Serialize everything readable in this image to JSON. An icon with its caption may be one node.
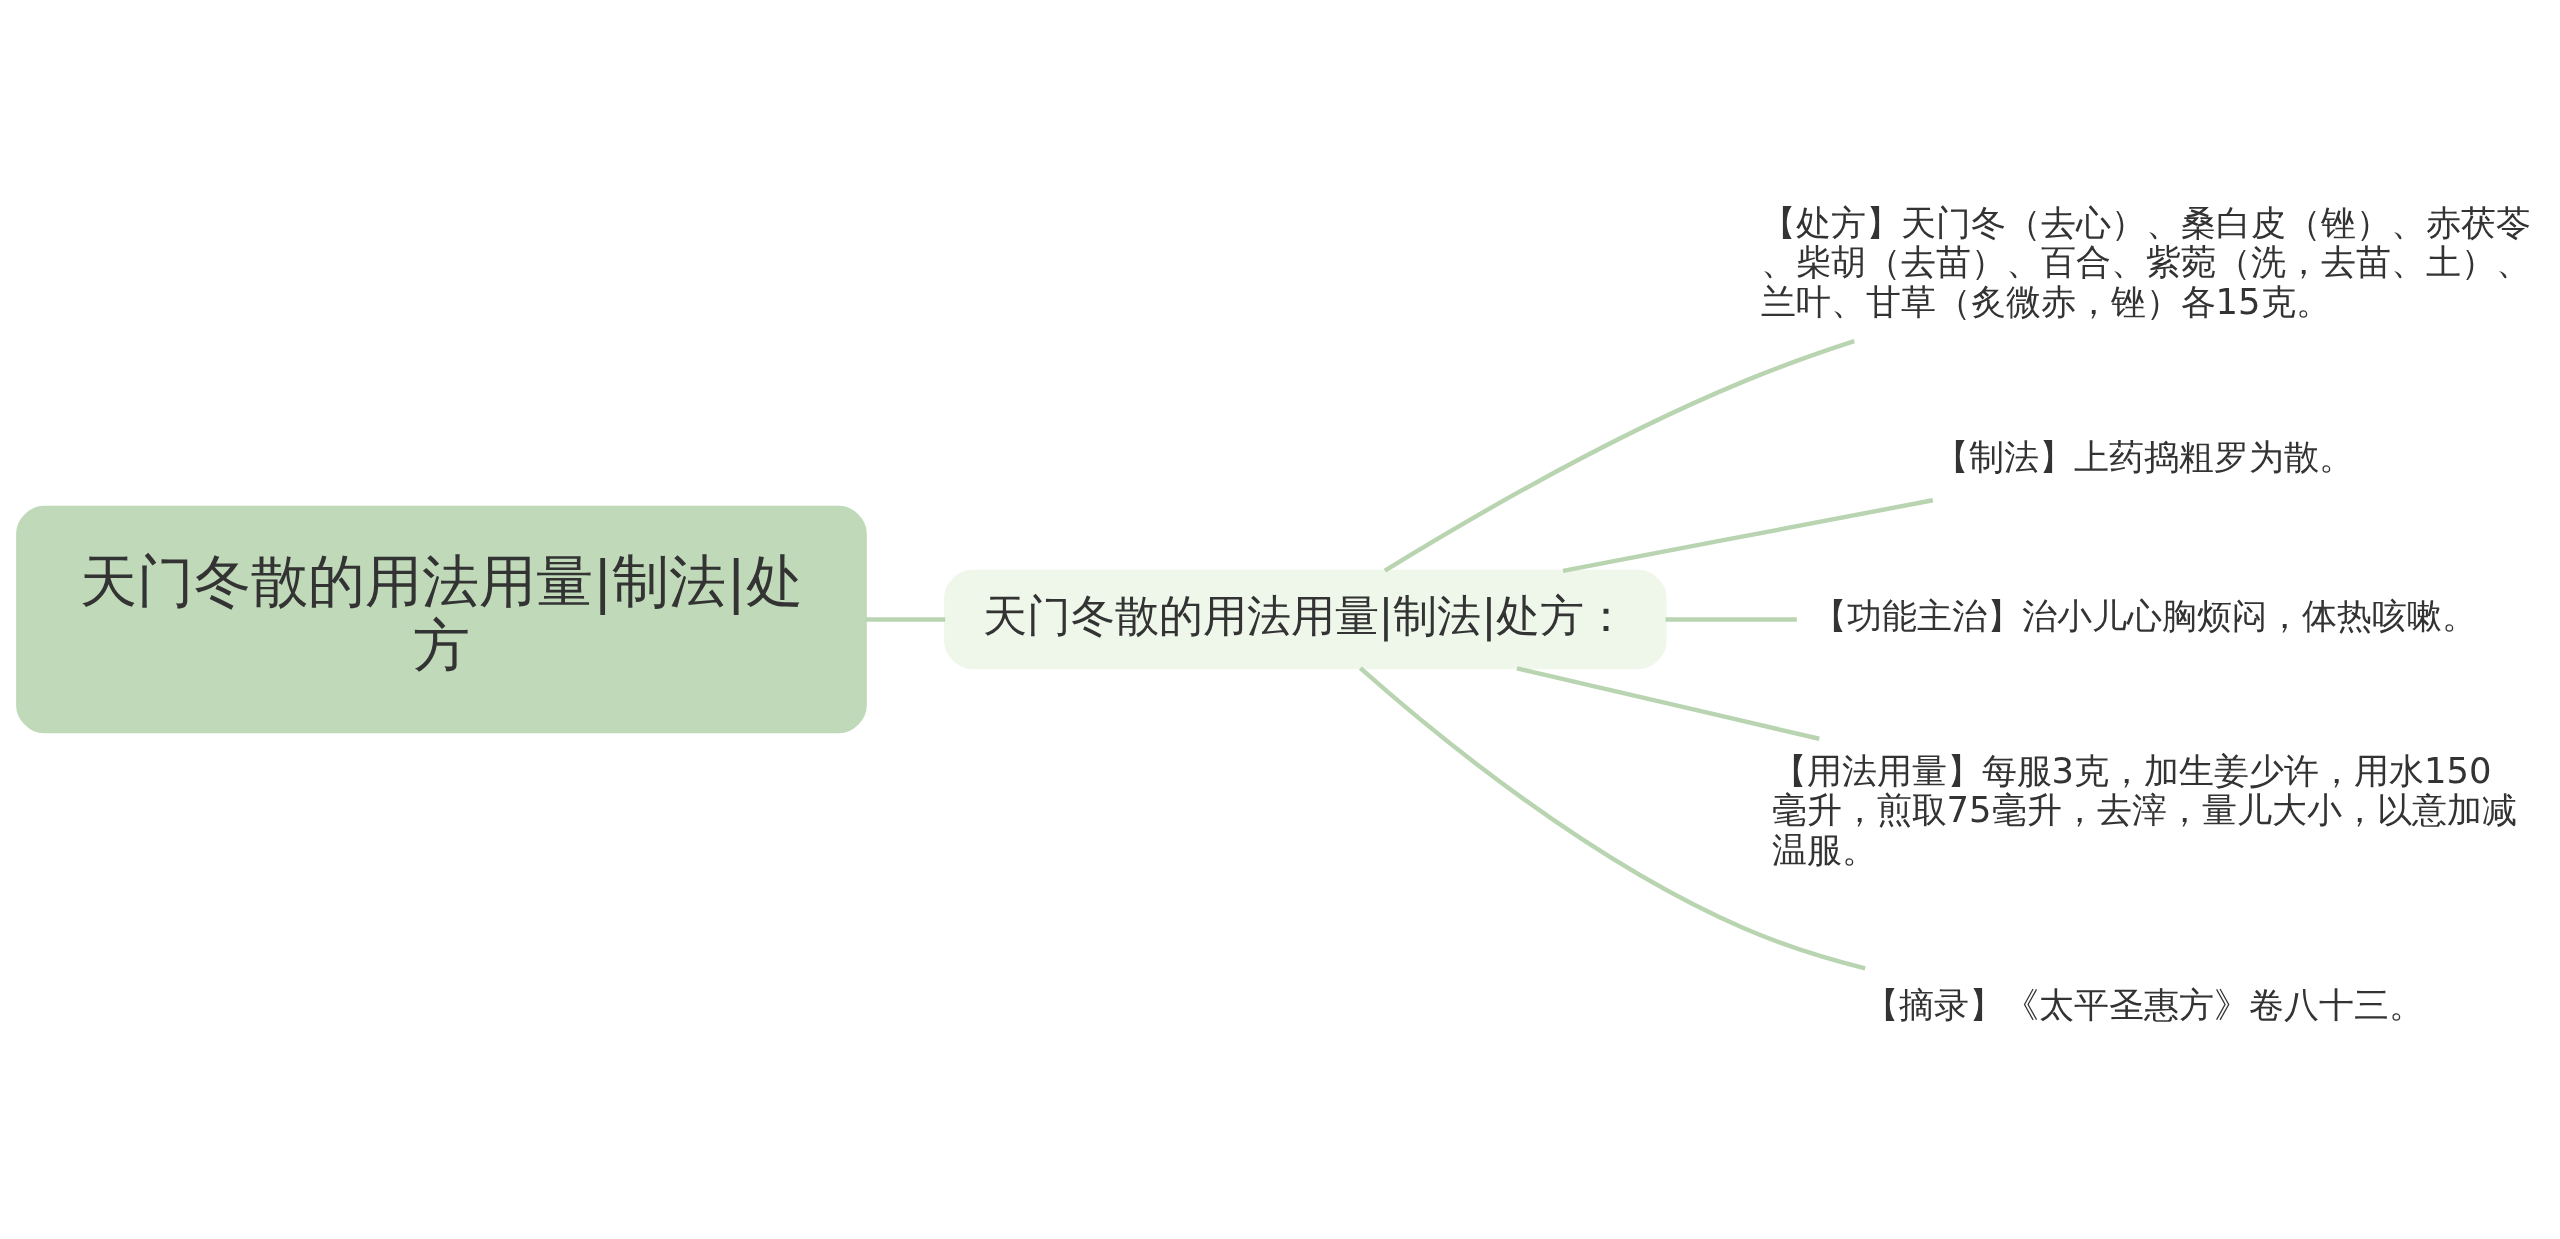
{
  "diagram": {
    "nodes": [
      {
        "text": [
          "天门冬散的用法用量|制法|处方"
        ]
      },
      {
        "text": [
          "天门冬散的用法用量|制法|处方："
        ]
      },
      {
        "text": [
          "【处方】天门冬（去心）、桑白皮（锉）、赤茯苓、柴胡（去苗）、百合、紫菀（洗，去苗、土）、兰叶、甘草（炙微赤，锉）各15克。"
        ]
      },
      {
        "text": [
          "【制法】上药捣粗罗为散。"
        ]
      },
      {
        "text": [
          "【功能主治】治小儿心胸烦闷，体热咳嗽。"
        ]
      },
      {
        "text": [
          "【用法用量】每服3克，加生姜少许，用水150毫升，煎取75毫升，去滓，量儿大小，以意加减温服。"
        ]
      },
      {
        "text": [
          "【摘录】《太平圣惠方》卷八十三。"
        ]
      }
    ],
    "edges": [
      {
        "from": 0,
        "to": 1,
        "arrow": "none"
      },
      {
        "from": 1,
        "to": 2,
        "arrow": "none"
      },
      {
        "from": 1,
        "to": 3,
        "arrow": "none"
      },
      {
        "from": 1,
        "to": 4,
        "arrow": "none"
      },
      {
        "from": 1,
        "to": 5,
        "arrow": "none"
      },
      {
        "from": 1,
        "to": 6,
        "arrow": "none"
      }
    ]
  }
}
